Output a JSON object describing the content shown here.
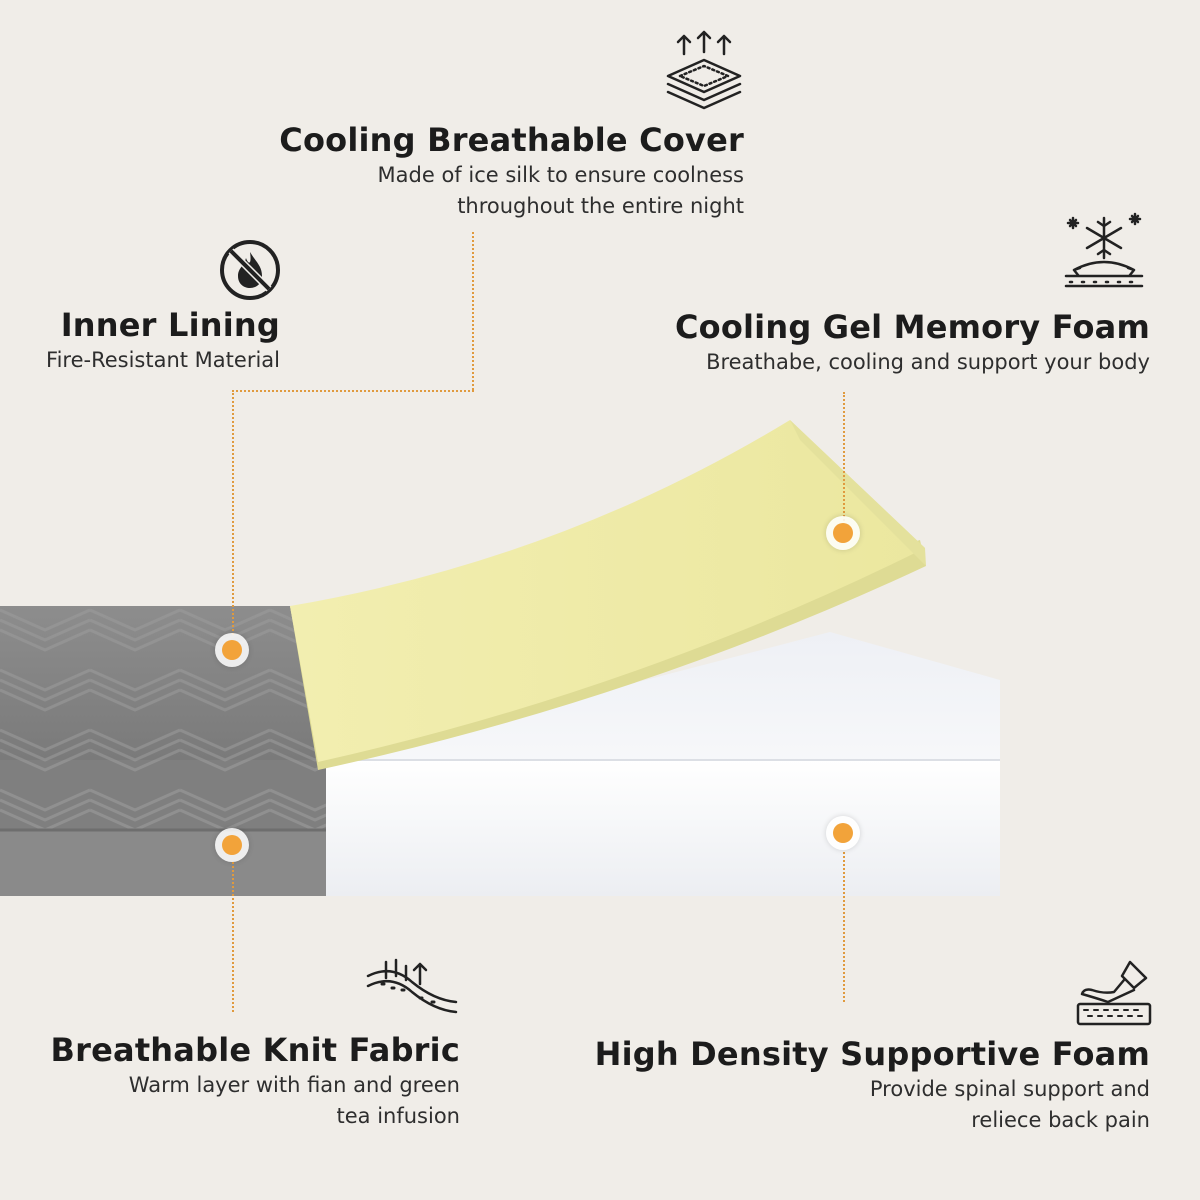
{
  "features": {
    "cover": {
      "title": "Cooling Breathable Cover",
      "desc_line1": "Made of ice silk to ensure coolness",
      "desc_line2": "throughout the entire night",
      "icon": "breathable-layers-icon"
    },
    "lining": {
      "title": "Inner Lining",
      "desc_line1": "Fire-Resistant Material",
      "icon": "no-fire-icon"
    },
    "gel": {
      "title": "Cooling Gel Memory Foam",
      "desc_line1": "Breathabe, cooling and support your body",
      "icon": "snowflake-foam-icon"
    },
    "knit": {
      "title": "Breathable Knit Fabric",
      "desc_line1": "Warm layer with fian and green",
      "desc_line2": "tea infusion",
      "icon": "fabric-airflow-icon"
    },
    "support": {
      "title": "High Density Supportive Foam",
      "desc_line1": "Provide spinal support and",
      "desc_line2": "reliece back pain",
      "icon": "hand-press-foam-icon"
    }
  },
  "colors": {
    "background": "#f0ede8",
    "accent": "#f2a33a",
    "gel_foam": "#ece9a8",
    "support_foam": "#f4f5f8",
    "knit_cover": "#858585"
  }
}
